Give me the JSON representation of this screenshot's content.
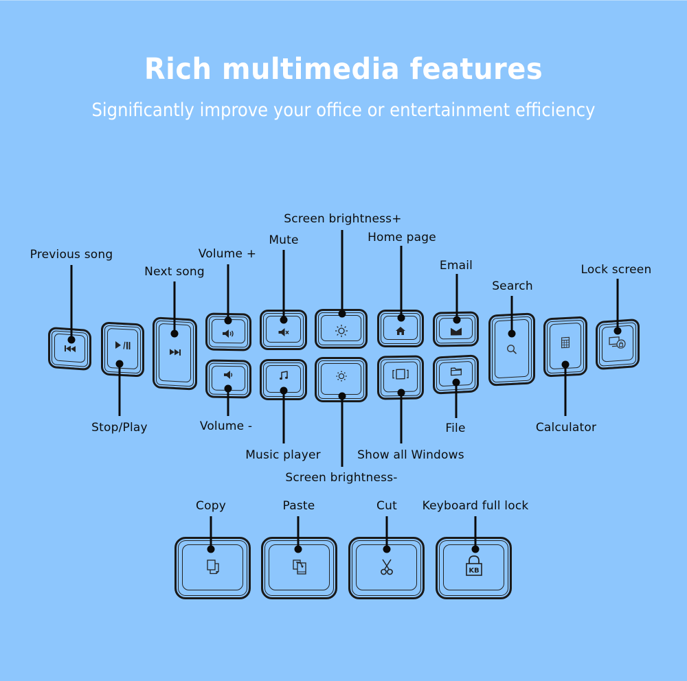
{
  "header": {
    "title": "Rich multimedia features",
    "subtitle": "Significantly improve your office or entertainment efficiency"
  },
  "colors": {
    "background": "#8dc6fd",
    "title": "#ffffff",
    "line": "#0a0a0a"
  },
  "keys": {
    "previous_song": {
      "label": "Previous song",
      "icon": "previous-track-icon",
      "glyph": "⏮"
    },
    "stop_play": {
      "label": "Stop/Play",
      "icon": "play-pause-icon",
      "glyph": "▶/‖"
    },
    "next_song": {
      "label": "Next song",
      "icon": "next-track-icon",
      "glyph": "⏭"
    },
    "volume_up": {
      "label": "Volume +",
      "icon": "volume-up-icon",
      "glyph": "🔊"
    },
    "volume_down": {
      "label": "Volume -",
      "icon": "volume-down-icon",
      "glyph": "🔉"
    },
    "mute": {
      "label": "Mute",
      "icon": "mute-icon",
      "glyph": "🔇"
    },
    "music_player": {
      "label": "Music player",
      "icon": "music-note-icon",
      "glyph": "♫"
    },
    "brightness_up": {
      "label": "Screen brightness+",
      "icon": "brightness-up-icon",
      "glyph": "☼"
    },
    "brightness_down": {
      "label": "Screen brightness-",
      "icon": "brightness-down-icon",
      "glyph": "☼"
    },
    "home_page": {
      "label": "Home page",
      "icon": "home-icon",
      "glyph": "⌂"
    },
    "show_all_windows": {
      "label": "Show all Windows",
      "icon": "show-windows-icon",
      "glyph": "[▯]"
    },
    "email": {
      "label": "Email",
      "icon": "email-icon",
      "glyph": "✉"
    },
    "file": {
      "label": "File",
      "icon": "folder-icon",
      "glyph": "🗀"
    },
    "search": {
      "label": "Search",
      "icon": "search-icon",
      "glyph": "⚲"
    },
    "calculator": {
      "label": "Calculator",
      "icon": "calculator-icon",
      "glyph": "▦"
    },
    "lock_screen": {
      "label": "Lock screen",
      "icon": "lock-screen-icon",
      "glyph": "🖥"
    },
    "copy": {
      "label": "Copy",
      "icon": "copy-icon",
      "glyph": "⧉"
    },
    "paste": {
      "label": "Paste",
      "icon": "paste-icon",
      "glyph": "⧉"
    },
    "cut": {
      "label": "Cut",
      "icon": "scissors-icon",
      "glyph": "✂"
    },
    "keyboard_lock": {
      "label": "Keyboard full lock",
      "icon": "keyboard-lock-icon",
      "glyph": "KB"
    }
  }
}
